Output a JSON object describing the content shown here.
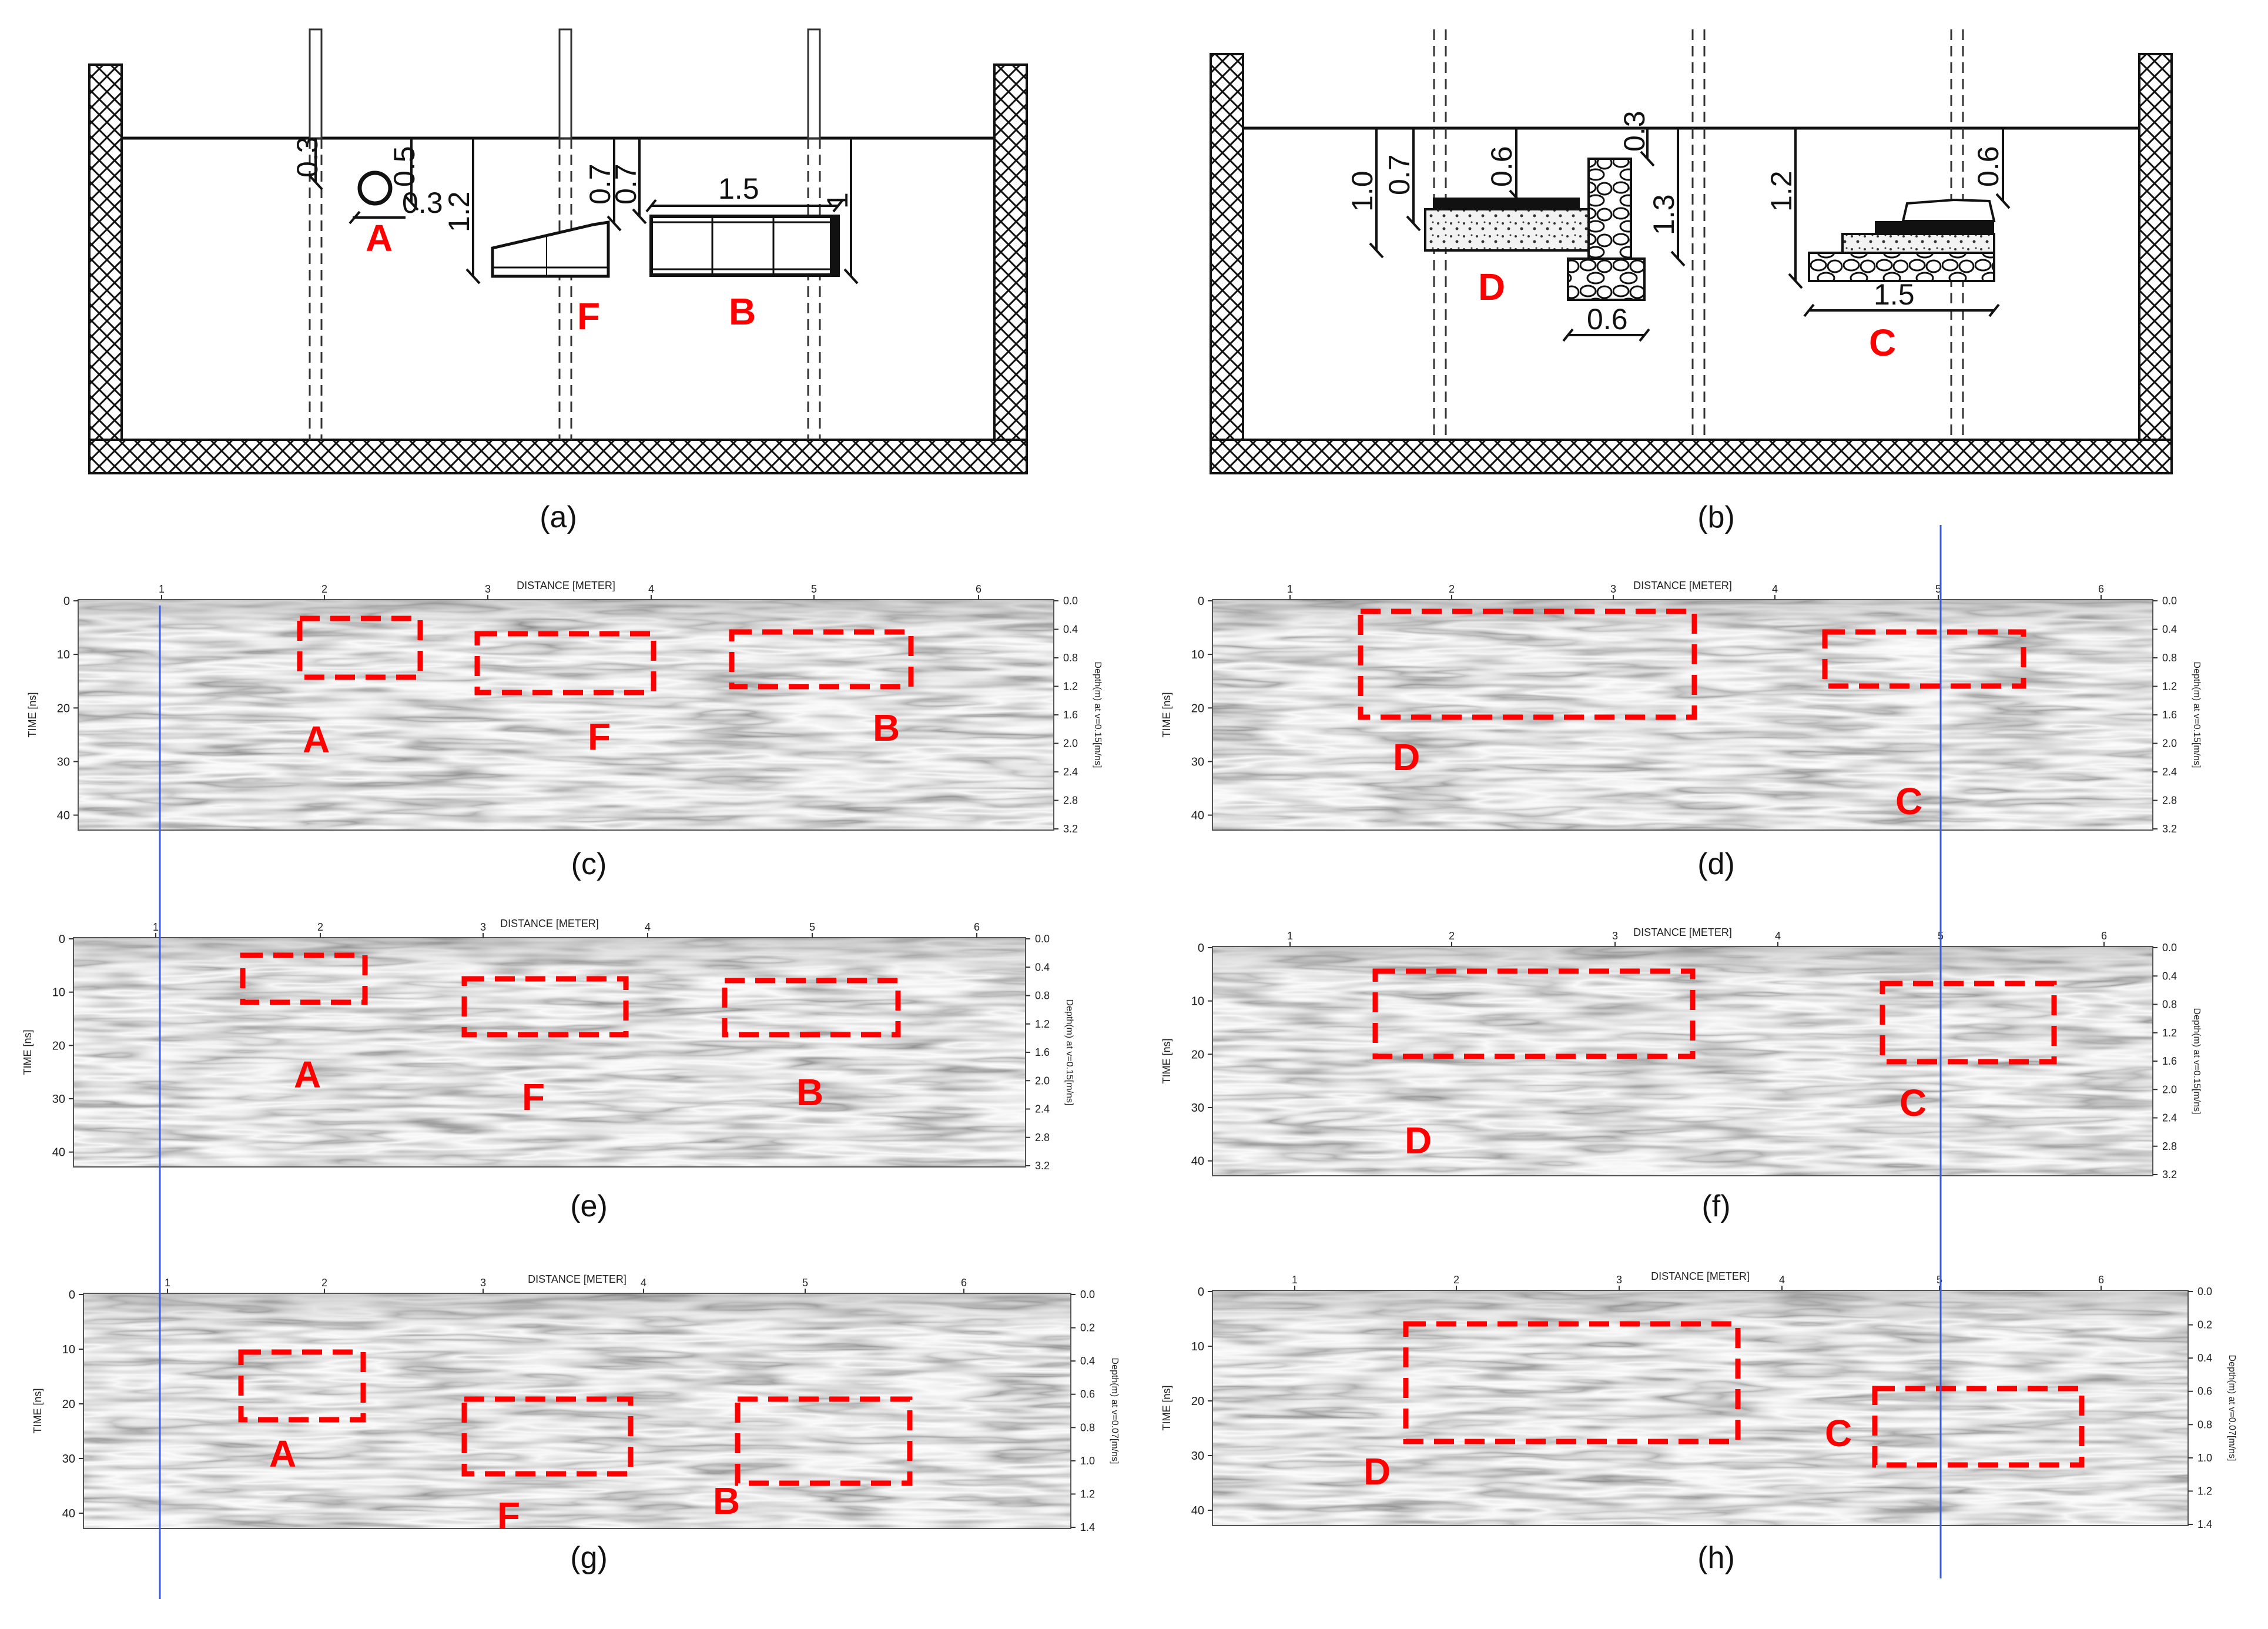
{
  "colors": {
    "label": "#ff0000",
    "box": "#ff0000",
    "pole": "#3b5bdb",
    "line": "#111111"
  },
  "schematics": [
    {
      "id": "a",
      "objects": [
        "A",
        "F",
        "B"
      ],
      "dims": [
        "0.3",
        "0.5",
        "0.3",
        "1.2",
        "0.7",
        "0.7",
        "1.5",
        "1"
      ]
    },
    {
      "id": "b",
      "objects": [
        "D",
        "C"
      ],
      "dims": [
        "1.0",
        "0.7",
        "0.6",
        "0.3",
        "1.3",
        "0.6",
        "1.2",
        "0.6",
        "1.5"
      ]
    }
  ],
  "captions": [
    "(a)",
    "(b)",
    "(c)",
    "(d)",
    "(e)",
    "(f)",
    "(g)",
    "(h)"
  ],
  "radargrams": [
    {
      "id": "c",
      "xlabel": "DISTANCE [METER]",
      "ylabel": "TIME [ns]",
      "y2label": "Depth(m) at v=0.15[m/ns]",
      "xticks": [
        "1",
        "2",
        "3",
        "4",
        "5",
        "6"
      ],
      "yticks": [
        "0",
        "10",
        "20",
        "30",
        "40"
      ],
      "y2ticks": [
        "0.0",
        "0.4",
        "0.8",
        "1.2",
        "1.6",
        "2.0",
        "2.4",
        "2.8",
        "3.2"
      ],
      "labels": [
        "A",
        "F",
        "B"
      ]
    },
    {
      "id": "d",
      "xlabel": "DISTANCE [METER]",
      "ylabel": "TIME [ns]",
      "y2label": "Depth(m) at v=0.15[m/ns]",
      "xticks": [
        "1",
        "2",
        "3",
        "4",
        "5",
        "6"
      ],
      "yticks": [
        "0",
        "10",
        "20",
        "30",
        "40"
      ],
      "y2ticks": [
        "0.0",
        "0.4",
        "0.8",
        "1.2",
        "1.6",
        "2.0",
        "2.4",
        "2.8",
        "3.2"
      ],
      "labels": [
        "D",
        "C"
      ]
    },
    {
      "id": "e",
      "xlabel": "DISTANCE [METER]",
      "ylabel": "TIME [ns]",
      "y2label": "Depth(m) at v=0.15[m/ns]",
      "xticks": [
        "1",
        "2",
        "3",
        "4",
        "5",
        "6"
      ],
      "yticks": [
        "0",
        "10",
        "20",
        "30",
        "40"
      ],
      "y2ticks": [
        "0.0",
        "0.4",
        "0.8",
        "1.2",
        "1.6",
        "2.0",
        "2.4",
        "2.8",
        "3.2"
      ],
      "labels": [
        "A",
        "F",
        "B"
      ]
    },
    {
      "id": "f",
      "xlabel": "DISTANCE [METER]",
      "ylabel": "TIME [ns]",
      "y2label": "Depth(m) at v=0.15[m/ns]",
      "xticks": [
        "1",
        "2",
        "3",
        "4",
        "5",
        "6"
      ],
      "yticks": [
        "0",
        "10",
        "20",
        "30",
        "40"
      ],
      "y2ticks": [
        "0.0",
        "0.4",
        "0.8",
        "1.2",
        "1.6",
        "2.0",
        "2.4",
        "2.8",
        "3.2"
      ],
      "labels": [
        "D",
        "C"
      ]
    },
    {
      "id": "g",
      "xlabel": "DISTANCE [METER]",
      "ylabel": "TIME [ns]",
      "y2label": "Depth(m) at v=0.07[m/ns]",
      "xticks": [
        "1",
        "2",
        "3",
        "4",
        "5",
        "6"
      ],
      "yticks": [
        "0",
        "10",
        "20",
        "30",
        "40"
      ],
      "y2ticks": [
        "0.0",
        "0.2",
        "0.4",
        "0.6",
        "0.8",
        "1.0",
        "1.2",
        "1.4"
      ],
      "labels": [
        "A",
        "F",
        "B"
      ]
    },
    {
      "id": "h",
      "xlabel": "DISTANCE [METER]",
      "ylabel": "TIME [ns]",
      "y2label": "Depth(m) at v=0.07[m/ns]",
      "xticks": [
        "1",
        "2",
        "3",
        "4",
        "5",
        "6"
      ],
      "yticks": [
        "0",
        "10",
        "20",
        "30",
        "40"
      ],
      "y2ticks": [
        "0.0",
        "0.2",
        "0.4",
        "0.6",
        "0.8",
        "1.0",
        "1.2",
        "1.4"
      ],
      "labels": [
        "D",
        "C"
      ]
    }
  ]
}
